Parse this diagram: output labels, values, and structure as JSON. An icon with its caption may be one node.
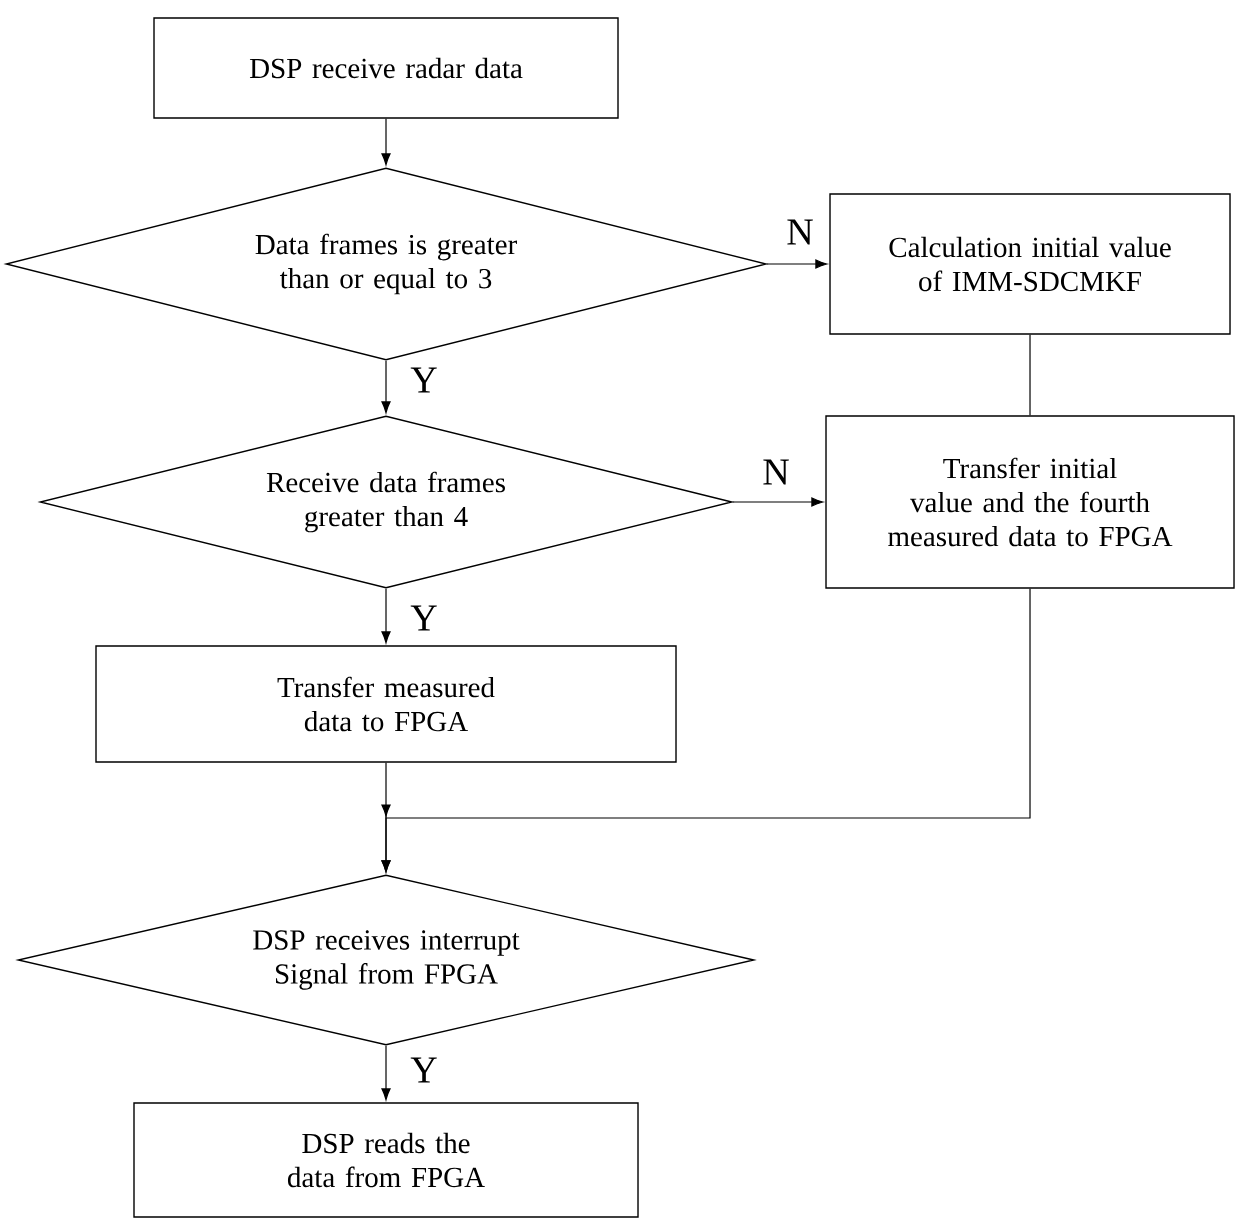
{
  "diagram": {
    "nodes": [
      {
        "text": [
          "DSP receive radar data"
        ]
      },
      {
        "text": [
          "Data frames is greater than or equal to 3"
        ]
      },
      {
        "text": [
          "Calculation initial value of IMM-SDCMKF"
        ]
      },
      {
        "text": [
          "Receive data frames greater than 4"
        ]
      },
      {
        "text": [
          "Transfer initial value and the fourth measured data to FPGA"
        ]
      },
      {
        "text": [
          "Transfer measured data to FPGA"
        ]
      },
      {
        "text": [
          "DSP receives interrupt Signal from FPGA"
        ]
      },
      {
        "text": [
          "DSP reads the data from FPGA"
        ]
      }
    ],
    "edges": [
      {
        "from": 0,
        "to": 1,
        "arrow": "to"
      },
      {
        "from": 1,
        "to": 2,
        "arrow": "to",
        "label": "N"
      },
      {
        "from": 1,
        "to": 3,
        "arrow": "to",
        "label": "Y"
      },
      {
        "from": 2,
        "to": 4,
        "arrow": "none"
      },
      {
        "from": 3,
        "to": 4,
        "arrow": "to",
        "label": "N"
      },
      {
        "from": 3,
        "to": 5,
        "arrow": "to",
        "label": "Y"
      },
      {
        "from": 5,
        "to": 6,
        "arrow": "to"
      },
      {
        "from": 4,
        "to": 6,
        "arrow": "to"
      },
      {
        "from": 6,
        "to": 7,
        "arrow": "to",
        "label": "Y"
      }
    ]
  }
}
